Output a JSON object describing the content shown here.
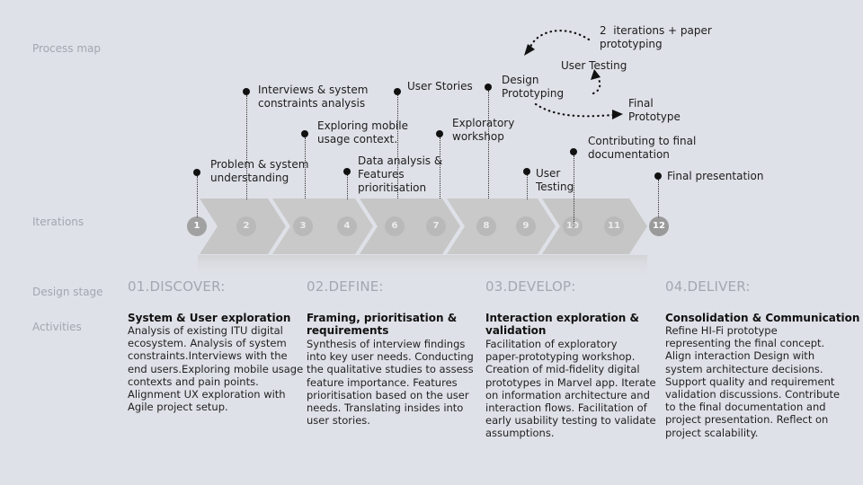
{
  "rows": {
    "process_map": "Process map",
    "iterations": "Iterations",
    "design_stage": "Design stage",
    "activities": "Activities"
  },
  "milestones": [
    {
      "iteration": 1,
      "text": "Problem & system\nunderstanding"
    },
    {
      "iteration": 2,
      "text": "Interviews & system\nconstraints analysis"
    },
    {
      "iteration": 3,
      "text": "Exploring mobile\nusage context."
    },
    {
      "iteration": 4,
      "text": "Data analysis &\nFeatures\nprioritisation"
    },
    {
      "iteration": 6,
      "text": "User Stories"
    },
    {
      "iteration": 7,
      "text": "Exploratory\nworkshop"
    },
    {
      "iteration": 8,
      "text": "Design\nPrototyping"
    },
    {
      "iteration": 9,
      "text": "User\nTesting"
    },
    {
      "iteration": 10,
      "text": "Contributing to final\ndocumentation"
    },
    {
      "iteration": 12,
      "text": "Final presentation"
    }
  ],
  "cycle": {
    "iterations_note": "2  iterations + paper\nprototyping",
    "user_testing": "User Testing",
    "final_prototype": "Final\nPrototype"
  },
  "iterations": [
    "1",
    "2",
    "3",
    "4",
    "6",
    "7",
    "8",
    "9",
    "10",
    "11",
    "12"
  ],
  "stages": [
    {
      "name": "01.DISCOVER:",
      "title": "System & User exploration",
      "body": "Analysis of existing ITU digital\necosystem. Analysis of system\nconstraints.Interviews with the\nend users.Exploring mobile usage\ncontexts and pain points.\nAlignment UX exploration with\nAgile project setup."
    },
    {
      "name": "02.DEFINE:",
      "title": "Framing, prioritisation &\nrequirements",
      "body": "Synthesis of interview findings\ninto key user needs. Conducting\nthe qualitative studies to assess\nfeature importance. Features\nprioritisation based on the user\nneeds. Translating insides into\nuser stories."
    },
    {
      "name": "03.DEVELOP:",
      "title": "Interaction exploration &\nvalidation",
      "body": "Facilitation of exploratory\npaper-prototyping workshop.\nCreation of mid-fidelity digital\nprototypes in Marvel app. Iterate\non information architecture and\ninteraction flows. Facilitation of\nearly usability testing to validate\nassumptions."
    },
    {
      "name": "04.DELIVER:",
      "title": "Consolidation & Communication",
      "body": "Refine HI-Fi prototype\nrepresenting the final concept.\nAlign interaction Design with\nsystem architecture decisions.\nSupport quality and requirement\nvalidation discussions. Contribute\nto the final documentation and\nproject presentation. Reflect on\nproject scalability."
    }
  ],
  "colors": {
    "background": "#dfe1e8",
    "chevron": "#c4c4c4",
    "circle": "#a1a1a1",
    "muted_label": "#a3a6af"
  }
}
